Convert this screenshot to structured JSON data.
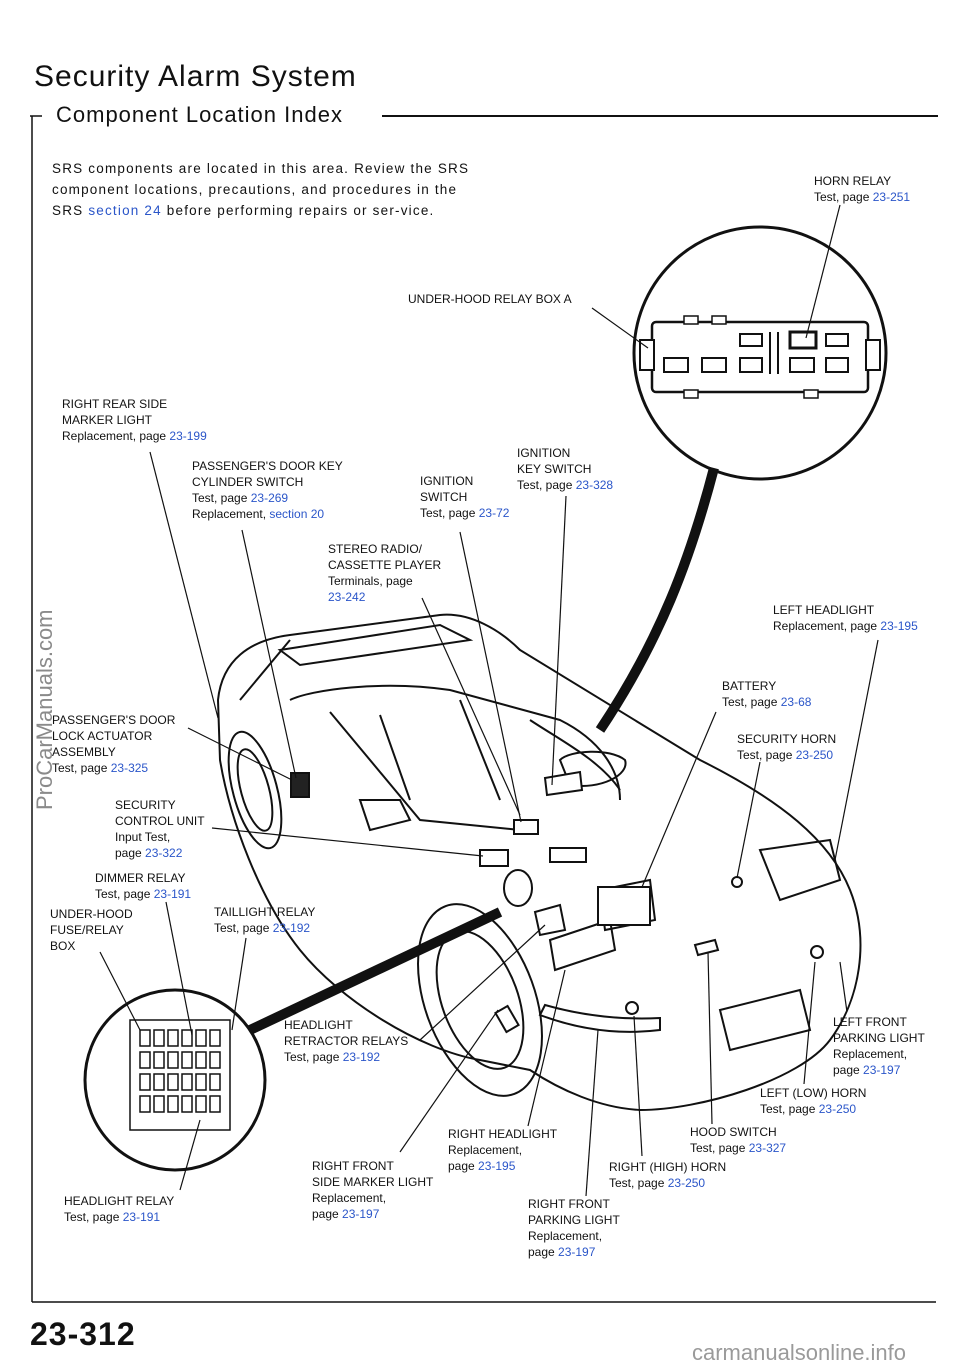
{
  "title": "Security Alarm System",
  "subtitle": "Component Location Index",
  "intro": {
    "before": "SRS components are located in this area. Review the SRS component locations, precautions, and procedures in the SRS ",
    "link": "section 24",
    "after": " before performing repairs or ser-vice."
  },
  "labels": {
    "horn_relay": {
      "lines": [
        "HORN RELAY",
        "Test, page "
      ],
      "ref": "23-251"
    },
    "under_hood_box_a": {
      "lines": [
        "UNDER-HOOD RELAY BOX A"
      ]
    },
    "right_rear_marker": {
      "lines": [
        "RIGHT REAR SIDE",
        "MARKER LIGHT",
        "Replacement, page "
      ],
      "ref": "23-199"
    },
    "pass_door_key": {
      "lines": [
        "PASSENGER'S DOOR KEY",
        "CYLINDER SWITCH",
        "Test, page "
      ],
      "ref": "23-269",
      "line4": "Replacement, ",
      "ref2": "section 20"
    },
    "ignition_switch": {
      "lines": [
        "IGNITION",
        "SWITCH",
        "Test, page "
      ],
      "ref": "23-72"
    },
    "ignition_key_switch": {
      "lines": [
        "IGNITION",
        "KEY SWITCH",
        "Test, page "
      ],
      "ref": "23-328"
    },
    "stereo": {
      "lines": [
        "STEREO RADIO/",
        "CASSETTE PLAYER",
        "Terminals, page"
      ],
      "ref": "23-242"
    },
    "left_headlight": {
      "lines": [
        "LEFT HEADLIGHT",
        "Replacement, page "
      ],
      "ref": "23-195"
    },
    "battery": {
      "lines": [
        "BATTERY",
        "Test, page "
      ],
      "ref": "23-68"
    },
    "pass_door_lock": {
      "lines": [
        "PASSENGER'S DOOR",
        "LOCK ACTUATOR",
        "ASSEMBLY",
        "Test, page "
      ],
      "ref": "23-325"
    },
    "security_horn": {
      "lines": [
        "SECURITY HORN",
        "Test, page "
      ],
      "ref": "23-250"
    },
    "security_control": {
      "lines": [
        "SECURITY",
        "CONTROL UNIT",
        "Input Test,",
        "page "
      ],
      "ref": "23-322"
    },
    "dimmer_relay": {
      "lines": [
        "DIMMER RELAY",
        "Test, page "
      ],
      "ref": "23-191"
    },
    "under_hood_fuse": {
      "lines": [
        "UNDER-HOOD",
        "FUSE/RELAY",
        "BOX"
      ]
    },
    "taillight_relay": {
      "lines": [
        "TAILLIGHT RELAY",
        "Test, page "
      ],
      "ref": "23-192"
    },
    "headlight_retractor": {
      "lines": [
        "HEADLIGHT",
        "RETRACTOR RELAYS",
        "Test, page "
      ],
      "ref": "23-192"
    },
    "left_front_parking": {
      "lines": [
        "LEFT FRONT",
        "PARKING LIGHT",
        "Replacement,",
        "page "
      ],
      "ref": "23-197"
    },
    "left_low_horn": {
      "lines": [
        "LEFT (LOW) HORN",
        "Test, page "
      ],
      "ref": "23-250"
    },
    "right_headlight": {
      "lines": [
        "RIGHT HEADLIGHT",
        "Replacement,",
        "page "
      ],
      "ref": "23-195"
    },
    "hood_switch": {
      "lines": [
        "HOOD SWITCH",
        "Test, page "
      ],
      "ref": "23-327"
    },
    "right_front_marker": {
      "lines": [
        "RIGHT FRONT",
        "SIDE MARKER LIGHT",
        "Replacement,",
        "page "
      ],
      "ref": "23-197"
    },
    "right_high_horn": {
      "lines": [
        "RIGHT (HIGH) HORN",
        "Test, page "
      ],
      "ref": "23-250"
    },
    "headlight_relay": {
      "lines": [
        "HEADLIGHT RELAY",
        "Test, page "
      ],
      "ref": "23-191"
    },
    "right_front_parking": {
      "lines": [
        "RIGHT FRONT",
        "PARKING LIGHT",
        "Replacement,",
        "page "
      ],
      "ref": "23-197"
    }
  },
  "page_number": "23-312",
  "footer_url": "carmanualsonline.info",
  "watermark": "ProCarManuals.com",
  "colors": {
    "link": "#2b56c9",
    "text": "#111111",
    "watermark": "#8a8a8a"
  }
}
